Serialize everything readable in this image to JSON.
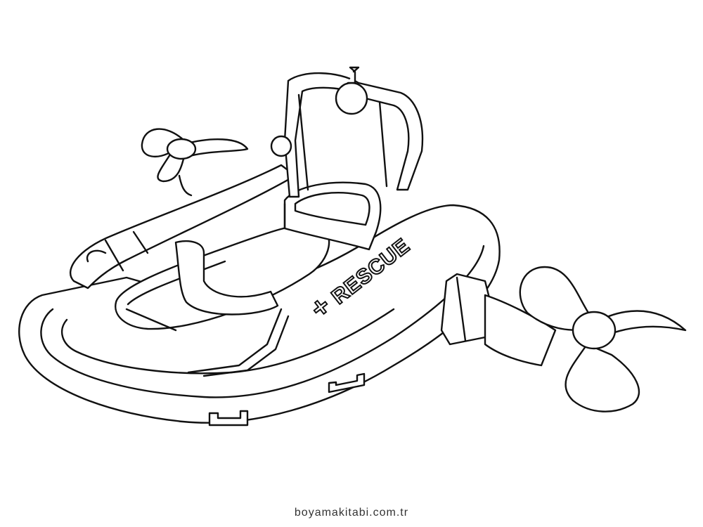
{
  "illustration": {
    "subject": "rescue boat coloring page",
    "boat_side_label": "RESCUE",
    "boat_side_symbol": "+",
    "line_color": "#111111",
    "background_color": "#ffffff"
  },
  "footer": {
    "watermark": "boyamakitabi.com.tr"
  }
}
